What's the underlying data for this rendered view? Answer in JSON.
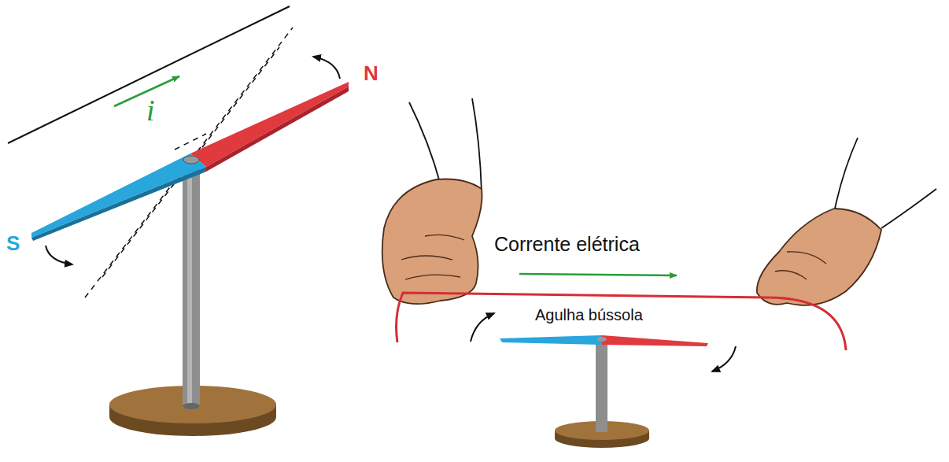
{
  "diagram": {
    "labels": [
      "N",
      "S",
      "i",
      "Corrente elétrica",
      "Agulha bússola"
    ]
  }
}
